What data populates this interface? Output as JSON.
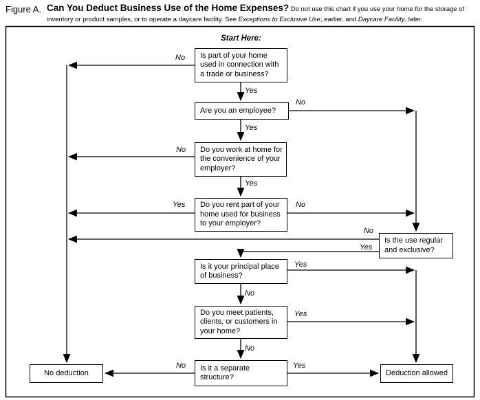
{
  "header": {
    "figure_label": "Figure A.",
    "title": "Can You Deduct Business Use of the Home Expenses?",
    "note_part1": " Do not use this chart if you use your home for the storage of inventory or product samples, or to operate a daycare facility. See ",
    "note_italic1": "Exceptions to Exclusive Use",
    "note_part2": ", earlier, and ",
    "note_italic2": "Daycare Facility",
    "note_part3": ", later."
  },
  "flowchart": {
    "start_label": "Start Here:",
    "nodes": {
      "trade_business": "Is part of your home used in connection with a trade or business?",
      "employee": "Are you an employee?",
      "convenience": "Do you work at home for the convenience of your employer?",
      "rent": "Do you rent part of your home used for business to your employer?",
      "regular_exclusive": "Is the use regular and exclusive?",
      "principal_place": "Is it your principal place of business?",
      "patients": "Do you meet patients, clients, or customers in your home?",
      "separate_structure": "Is it a separate structure?",
      "no_deduction": "No deduction",
      "deduction_allowed": "Deduction allowed"
    },
    "labels": {
      "yes": "Yes",
      "no": "No"
    },
    "colors": {
      "line": "#000000",
      "box_border": "#000000",
      "background": "#ffffff",
      "text": "#000000"
    }
  }
}
